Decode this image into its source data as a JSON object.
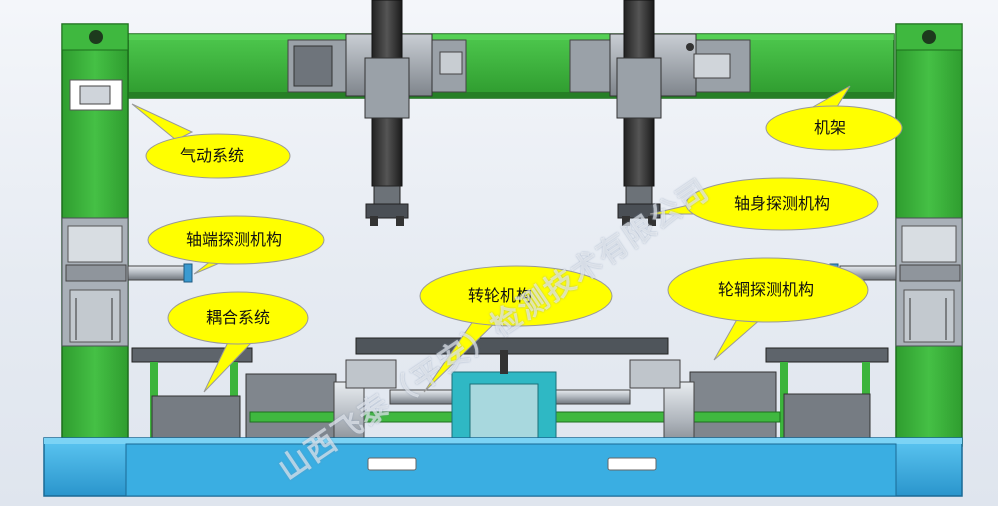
{
  "labels": {
    "pneumatic": "气动系统",
    "frame": "机架",
    "axle_body": "轴身探测机构",
    "axle_end": "轴端探测机构",
    "turning_wheel": "转轮机构",
    "rim": "轮辋探测机构",
    "coupling": "耦合系统"
  },
  "watermark": "山西飞泰（平安）检测技术有限公司",
  "colors": {
    "frame_green": "#3cb43c",
    "frame_dark": "#1f7a1f",
    "base_blue": "#34a9e0",
    "callout_yellow": "#ffff00",
    "metal_gray": "#8a8f96",
    "dark_metal": "#3a3d42"
  }
}
